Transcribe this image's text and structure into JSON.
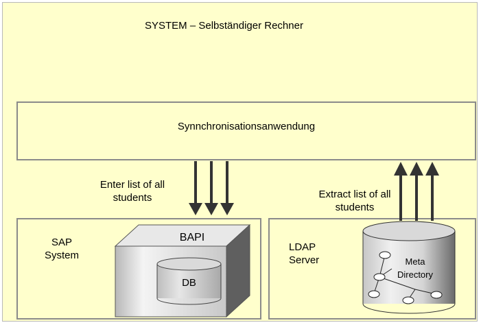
{
  "title": "SYSTEM – Selbständiger Rechner",
  "sync_app": {
    "label": "Synnchronisationsanwendung"
  },
  "flows": {
    "enter": {
      "line1": "Enter list of all",
      "line2": "students"
    },
    "extract": {
      "line1": "Extract list of all",
      "line2": "students"
    }
  },
  "sap": {
    "label_line1": "SAP",
    "label_line2": "System",
    "bapi_label": "BAPI",
    "db_label": "DB"
  },
  "ldap": {
    "label_line1": "LDAP",
    "label_line2": "Server",
    "meta_line1": "Meta",
    "meta_line2": "Directory"
  },
  "colors": {
    "background": "#ffffcc",
    "border": "#8a8a8a",
    "arrow": "#333333"
  }
}
